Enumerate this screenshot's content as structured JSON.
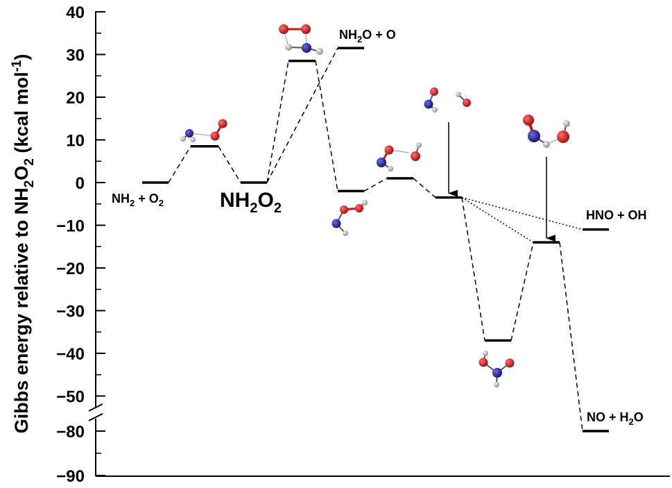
{
  "chart_data": {
    "type": "energy-diagram",
    "ylabel_parts": [
      "Gibbs energy relative to NH",
      "2",
      "O",
      "2",
      " (kcal mol",
      "-1",
      ")"
    ],
    "yticks": [
      {
        "label": "40",
        "value": 40
      },
      {
        "label": "30",
        "value": 30
      },
      {
        "label": "20",
        "value": 20
      },
      {
        "label": "10",
        "value": 10
      },
      {
        "label": "0",
        "value": 0
      },
      {
        "label": "−10",
        "value": -10
      },
      {
        "label": "−20",
        "value": -20
      },
      {
        "label": "−30",
        "value": -30
      },
      {
        "label": "−40",
        "value": -40
      },
      {
        "label": "−50",
        "value": -50
      },
      {
        "label": "−80",
        "value": -80
      },
      {
        "label": "−90",
        "value": -90
      }
    ],
    "axis_break": "between -50 and -80",
    "levels": [
      {
        "id": "L1",
        "energy": 0
      },
      {
        "id": "L2",
        "energy": 8.5
      },
      {
        "id": "L3",
        "energy": 0
      },
      {
        "id": "L4",
        "energy": 28.5
      },
      {
        "id": "L5",
        "energy": 31.5
      },
      {
        "id": "L6",
        "energy": -2
      },
      {
        "id": "L7",
        "energy": 1
      },
      {
        "id": "L8",
        "energy": -3.5
      },
      {
        "id": "L9",
        "energy": -37
      },
      {
        "id": "L10",
        "energy": -14
      },
      {
        "id": "L11",
        "energy": -11
      },
      {
        "id": "L12",
        "energy": -80
      }
    ],
    "connections": [
      {
        "from": "L1",
        "to": "L2",
        "style": "dashed"
      },
      {
        "from": "L2",
        "to": "L3",
        "style": "dashed"
      },
      {
        "from": "L3",
        "to": "L4",
        "style": "dashed"
      },
      {
        "from": "L3",
        "to": "L5",
        "style": "dashed"
      },
      {
        "from": "L4",
        "to": "L6",
        "style": "dashed"
      },
      {
        "from": "L6",
        "to": "L7",
        "style": "dashed"
      },
      {
        "from": "L7",
        "to": "L8",
        "style": "dashed"
      },
      {
        "from": "L8",
        "to": "L9",
        "style": "dashed"
      },
      {
        "from": "L9",
        "to": "L10",
        "style": "dashed"
      },
      {
        "from": "L10",
        "to": "L12",
        "style": "dashed"
      },
      {
        "from": "L8",
        "to": "L10",
        "style": "dotted"
      },
      {
        "from": "L8",
        "to": "L11",
        "style": "dotted"
      }
    ],
    "species_labels": [
      {
        "level": "L1",
        "parts": [
          "NH",
          "2",
          " + O",
          "2"
        ]
      },
      {
        "level": "L3",
        "parts": [
          "NH",
          "2",
          "O",
          "2"
        ],
        "large": true
      },
      {
        "level": "L5",
        "parts": [
          "NH",
          "2",
          "O + O"
        ]
      },
      {
        "level": "L11",
        "parts": [
          "HNO + OH"
        ]
      },
      {
        "level": "L12",
        "parts": [
          "NO + H",
          "2",
          "O"
        ]
      }
    ],
    "arrows": [
      {
        "target": "L8"
      },
      {
        "target": "L10"
      }
    ],
    "structures": [
      "TS1",
      "TS2",
      "INT1",
      "TS3",
      "INT2",
      "INT3",
      "PROD-HNO"
    ],
    "colors": {
      "nitrogen": "#1a1a8c",
      "oxygen": "#cc1515",
      "hydrogen": "#a8a8a8",
      "lines": "#000000"
    }
  }
}
